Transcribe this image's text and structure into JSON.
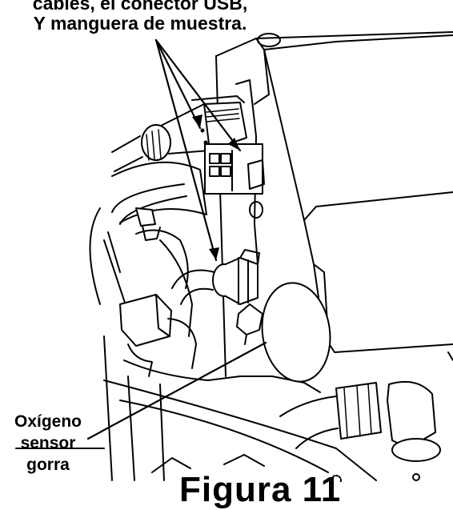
{
  "top_label": {
    "line1": "cables, el conector USB,",
    "line2": "Y manguera de muestra."
  },
  "side_label": {
    "line1": "Oxígeno",
    "line2": "sensor",
    "line3": "gorra"
  },
  "figure_title": "Figura 11",
  "colors": {
    "ink": "#000000",
    "paper": "#ffffff",
    "shade": "#d9d9d9"
  }
}
